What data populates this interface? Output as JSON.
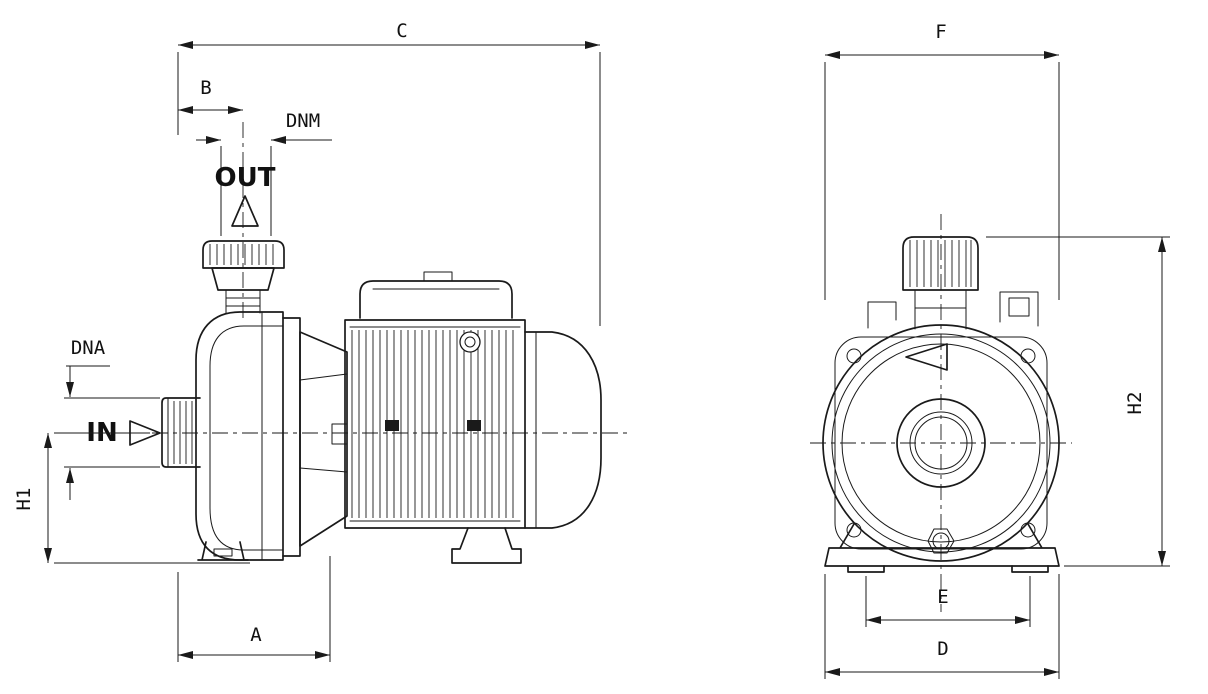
{
  "colors": {
    "line": "#1a1a1a",
    "background": "#ffffff"
  },
  "side_view": {
    "dims": {
      "c": "C",
      "b": "B",
      "dnm": "DNM",
      "dna": "DNA",
      "h1": "H1",
      "a": "A"
    },
    "ports": {
      "out": "OUT",
      "in": "IN"
    }
  },
  "front_view": {
    "dims": {
      "f": "F",
      "h2": "H2",
      "e": "E",
      "d": "D"
    }
  }
}
